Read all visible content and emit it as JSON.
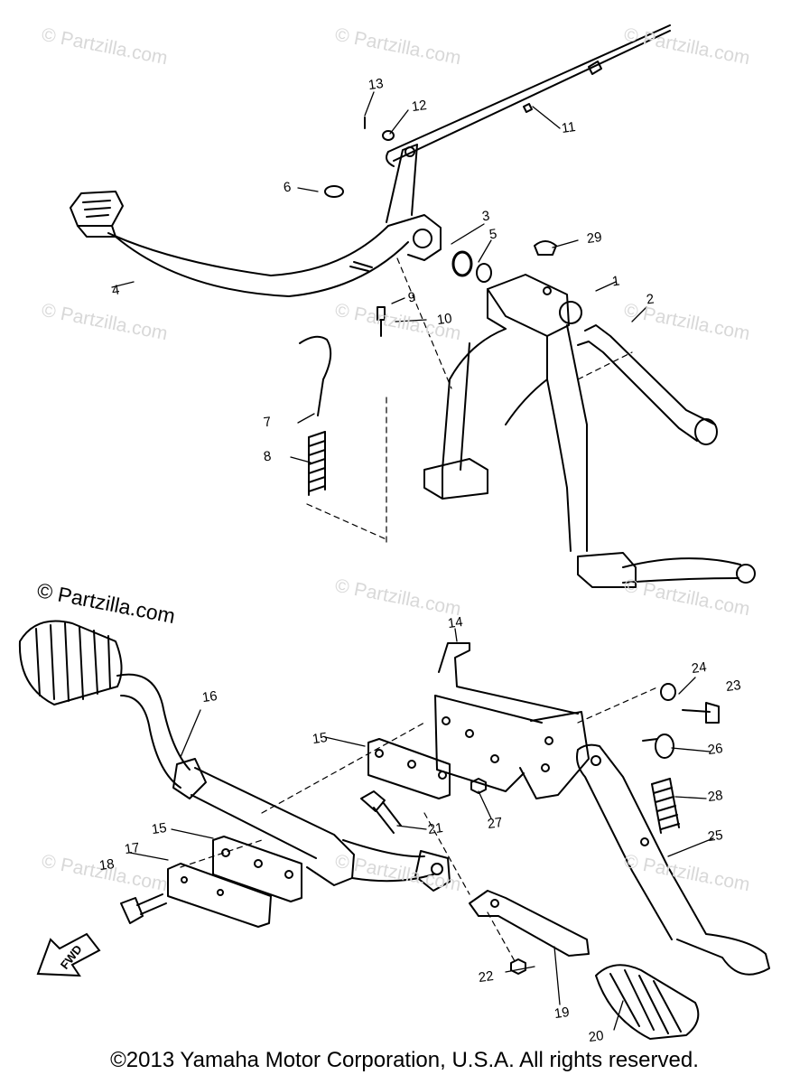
{
  "watermark": "© Partzilla.com",
  "site_credit": "© Partzilla.com",
  "copyright": "©2013 Yamaha Motor Corporation, U.S.A. All rights reserved.",
  "direction_label": "FWD",
  "callouts": [
    {
      "key": "c13",
      "label": "13"
    },
    {
      "key": "c12",
      "label": "12"
    },
    {
      "key": "c11",
      "label": "11"
    },
    {
      "key": "c6",
      "label": "6"
    },
    {
      "key": "c3",
      "label": "3"
    },
    {
      "key": "c5",
      "label": "5"
    },
    {
      "key": "c29",
      "label": "29"
    },
    {
      "key": "c1",
      "label": "1"
    },
    {
      "key": "c2",
      "label": "2"
    },
    {
      "key": "c4",
      "label": "4"
    },
    {
      "key": "c9",
      "label": "9"
    },
    {
      "key": "c10",
      "label": "10"
    },
    {
      "key": "c7",
      "label": "7"
    },
    {
      "key": "c8",
      "label": "8"
    },
    {
      "key": "c14",
      "label": "14"
    },
    {
      "key": "c16",
      "label": "16"
    },
    {
      "key": "c24",
      "label": "24"
    },
    {
      "key": "c23",
      "label": "23"
    },
    {
      "key": "c15a",
      "label": "15"
    },
    {
      "key": "c26",
      "label": "26"
    },
    {
      "key": "c28",
      "label": "28"
    },
    {
      "key": "c27",
      "label": "27"
    },
    {
      "key": "c21",
      "label": "21"
    },
    {
      "key": "c25",
      "label": "25"
    },
    {
      "key": "c15b",
      "label": "15"
    },
    {
      "key": "c17",
      "label": "17"
    },
    {
      "key": "c18",
      "label": "18"
    },
    {
      "key": "c22",
      "label": "22"
    },
    {
      "key": "c19",
      "label": "19"
    },
    {
      "key": "c20",
      "label": "20"
    }
  ]
}
